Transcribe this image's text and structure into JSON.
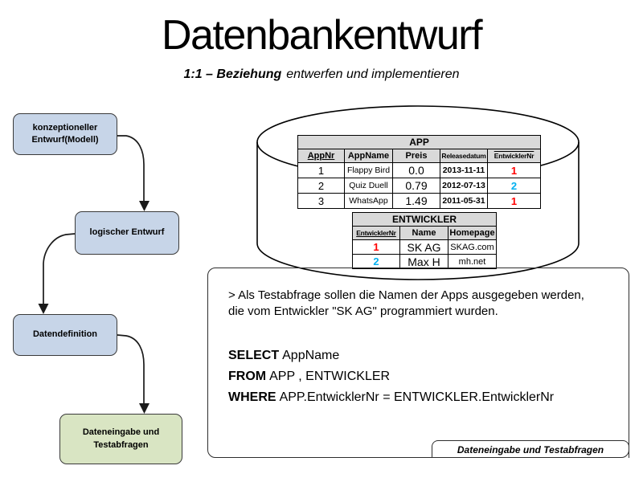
{
  "slide": {
    "title": "Datenbankentwurf",
    "subtitle": {
      "bold": "1:1 – Beziehung",
      "rest": "entwerfen und implementieren"
    }
  },
  "flowchart": {
    "steps": [
      {
        "label": "konzeptioneller Entwurf(Modell)"
      },
      {
        "label": "logischer Entwurf"
      },
      {
        "label": "Datendefinition"
      },
      {
        "label": "Dateneingabe und Testabfragen"
      }
    ]
  },
  "database": {
    "app_table": {
      "title": "APP",
      "columns": [
        "AppNr",
        "AppName",
        "Preis",
        "Releasedatum",
        "EntwicklerNr"
      ],
      "rows": [
        [
          "1",
          "Flappy Bird",
          "0.0",
          "2013-11-11",
          "1"
        ],
        [
          "2",
          "Quiz Duell",
          "0.79",
          "2012-07-13",
          "2"
        ],
        [
          "3",
          "WhatsApp",
          "1.49",
          "2011-05-31",
          "1"
        ]
      ],
      "fk_colors": [
        "fk_red",
        "fk_blue",
        "fk_red"
      ]
    },
    "entwickler_table": {
      "title": "ENTWICKLER",
      "columns": [
        "EntwicklerNr",
        "Name",
        "Homepage"
      ],
      "rows": [
        [
          "1",
          "SK AG",
          "SKAG.com"
        ],
        [
          "2",
          "Max H",
          "mh.net"
        ]
      ],
      "pk_colors": [
        "fk_red",
        "fk_blue"
      ]
    }
  },
  "query_panel": {
    "description": [
      "> Als Testabfrage sollen die Namen der Apps ausgegeben werden,",
      "die vom Entwickler \"SK AG\" programmiert wurden."
    ],
    "sql": [
      {
        "keyword": "SELECT",
        "rest": "AppName"
      },
      {
        "keyword": "FROM",
        "rest": "APP , ENTWICKLER"
      },
      {
        "keyword": "WHERE",
        "rest": "APP.EntwicklerNr = ENTWICKLER.EntwicklerNr"
      }
    ],
    "footer_label": "Dateneingabe und Testabfragen"
  },
  "colors": {
    "fk_red": "#ff0000",
    "fk_blue": "#00b0f0",
    "box_blue": "#c7d5e8",
    "box_green": "#d9e5c3",
    "header_gray": "#d9d9d9"
  }
}
